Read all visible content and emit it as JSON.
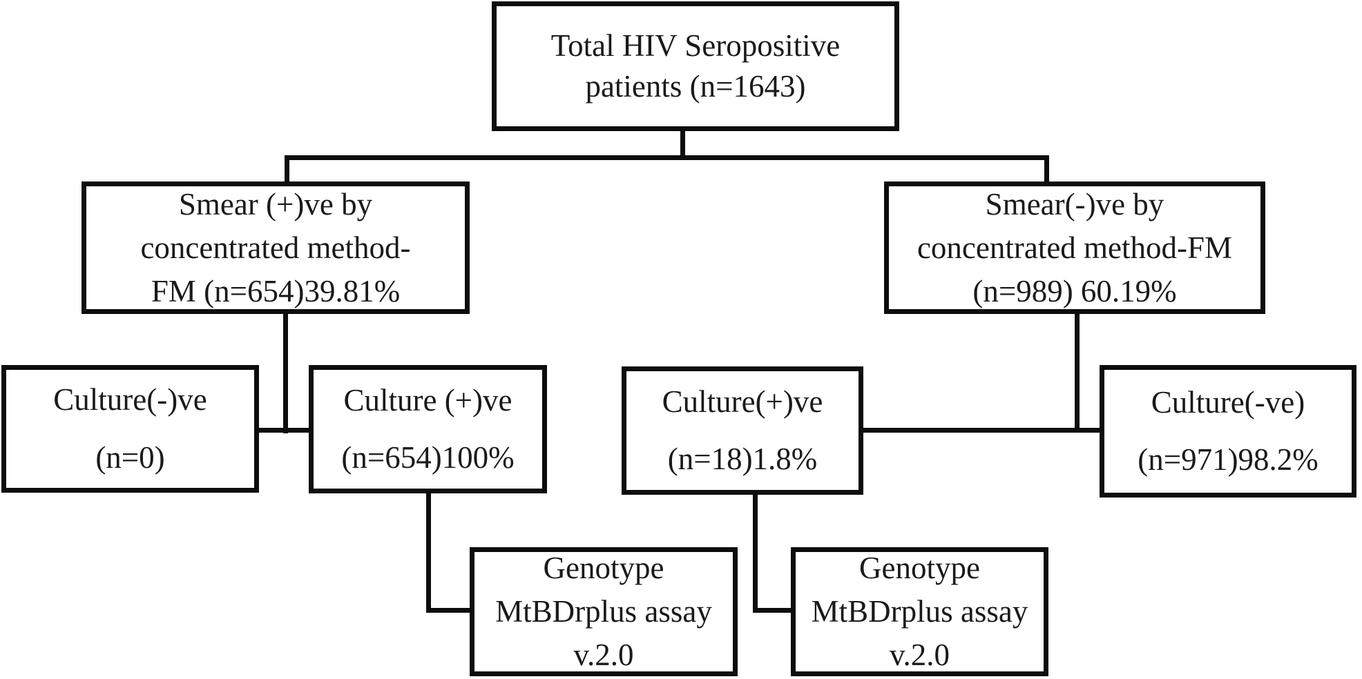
{
  "figure": {
    "background_color": "#ffffff",
    "line_color": "#0d0d0d",
    "nodes": {
      "total_hiv": {
        "lines": [
          "Total HIV Seropositive",
          "patients (n=1643)"
        ]
      },
      "smear_positive": {
        "lines": [
          "Smear (+)ve by",
          "concentrated method-",
          "FM (n=654)39.81%"
        ]
      },
      "smear_negative": {
        "lines": [
          "Smear(-)ve by",
          "concentrated method-FM",
          "(n=989) 60.19%"
        ]
      },
      "culture_negative_left": {
        "lines": [
          "Culture(-)ve",
          "(n=0)"
        ]
      },
      "culture_positive_left": {
        "lines": [
          "Culture (+)ve",
          "(n=654)100%"
        ]
      },
      "culture_positive_right": {
        "lines": [
          "Culture(+)ve",
          "(n=18)1.8%"
        ]
      },
      "culture_negative_right": {
        "lines": [
          "Culture(-ve)",
          "(n=971)98.2%"
        ]
      },
      "genotype_left": {
        "lines": [
          "Genotype",
          "MtBDrplus assay",
          "v.2.0"
        ]
      },
      "genotype_right": {
        "lines": [
          "Genotype",
          "MtBDrplus assay",
          "v.2.0"
        ]
      }
    }
  }
}
